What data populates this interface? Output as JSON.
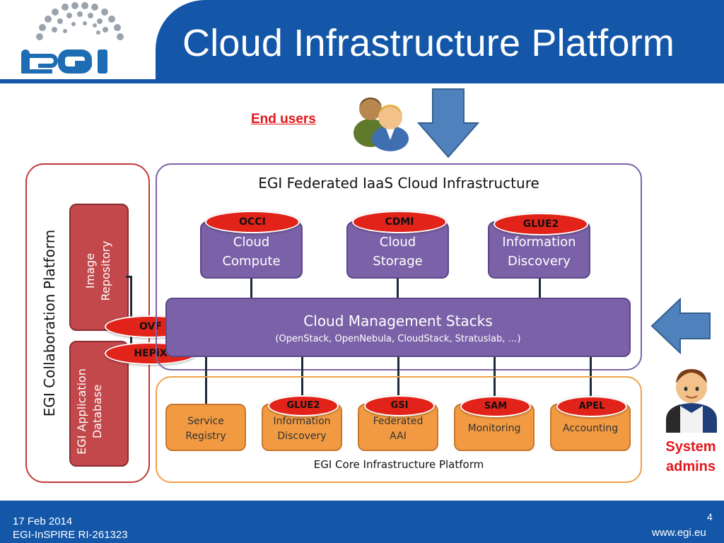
{
  "slide": {
    "title": "Cloud Infrastructure Platform",
    "page_number": "4",
    "date": "17 Feb 2014",
    "project": "EGI-InSPIRE RI-261323",
    "website": "www.egi.eu"
  },
  "logo": {
    "text": "EGI"
  },
  "diagram": {
    "end_users_label": "End users",
    "system_admins_label": "System admins",
    "collaboration": {
      "title": "EGI Collaboration Platform",
      "image_repository": "Image Repository",
      "app_database": "EGI Application Database",
      "ovf": "OVF",
      "hepix": "HEPiX"
    },
    "iaas": {
      "title": "EGI Federated IaaS Cloud Infrastructure",
      "compute": {
        "tag": "OCCI",
        "line1": "Cloud",
        "line2": "Compute"
      },
      "storage": {
        "tag": "CDMI",
        "line1": "Cloud",
        "line2": "Storage"
      },
      "discovery": {
        "tag": "GLUE2",
        "line1": "Information",
        "line2": "Discovery"
      },
      "management": {
        "title": "Cloud Management Stacks",
        "subtitle": "(OpenStack, OpenNebula, CloudStack, Stratuslab, …)"
      }
    },
    "core": {
      "title": "EGI Core Infrastructure Platform",
      "service_registry": {
        "line1": "Service",
        "line2": "Registry"
      },
      "info_discovery": {
        "tag": "GLUE2",
        "line1": "Information",
        "line2": "Discovery"
      },
      "federated_aai": {
        "tag": "GSI",
        "line1": "Federated",
        "line2": "AAI"
      },
      "monitoring": {
        "tag": "SAM",
        "label": "Monitoring"
      },
      "accounting": {
        "tag": "APEL",
        "label": "Accounting"
      }
    }
  },
  "colors": {
    "header_blue": "#1457a8",
    "collab_red": "#c2484b",
    "iaas_purple": "#7b62a8",
    "core_orange": "#f19a42",
    "tag_red": "#e2231a",
    "arrow_blue": "#4f81bd"
  },
  "icons": [
    "egi-logo-icon",
    "users-group-icon",
    "down-arrow-icon",
    "left-arrow-icon",
    "admin-user-icon"
  ]
}
